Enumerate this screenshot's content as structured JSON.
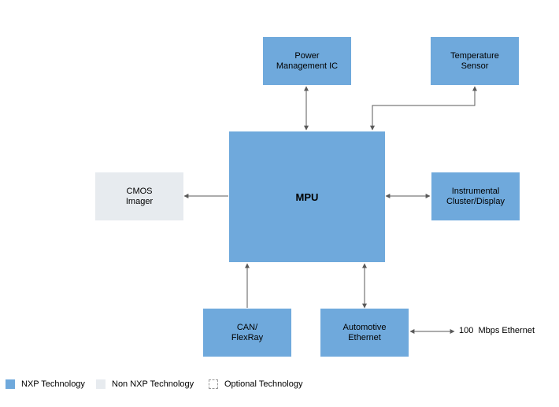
{
  "blocks": {
    "power": "Power\nManagement IC",
    "temp": "Temperature\nSensor",
    "mpu": "MPU",
    "cmos": "CMOS\nImager",
    "cluster": "Instrumental\nCluster/Display",
    "can": "CAN/\nFlexRay",
    "ethernet": "Automotive\nEthernet"
  },
  "external": {
    "ethernet_link": "100  Mbps Ethernet"
  },
  "legend": {
    "nxp": "NXP Technology",
    "non_nxp": "Non NXP Technology",
    "optional": "Optional Technology"
  },
  "colors": {
    "nxp": "#6fa9dc",
    "non_nxp": "#e7ebef",
    "connector": "#595959"
  }
}
